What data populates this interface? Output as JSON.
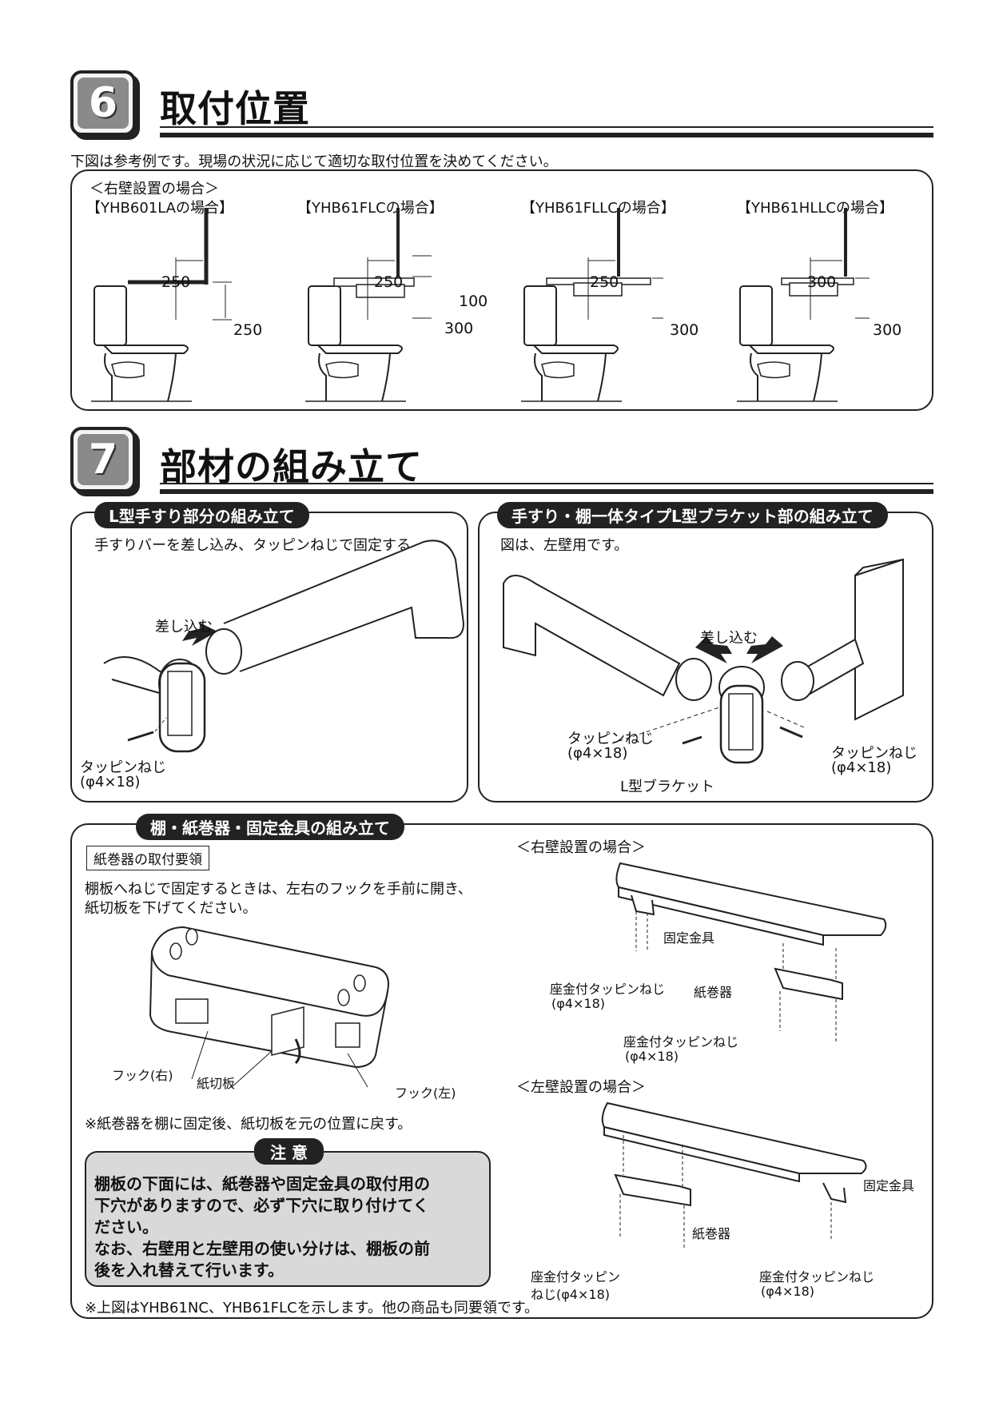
{
  "section6": {
    "number": "6",
    "title": "取付位置",
    "intro": "下図は参考例です。現場の状況に応じて適切な取付位置を決めてください。",
    "subheading": "＜右壁設置の場合＞",
    "models": [
      {
        "label": "【YHB601LAの場合】",
        "h_dim": "250",
        "v_dims": [
          "250"
        ]
      },
      {
        "label": "【YHB61FLCの場合】",
        "h_dim": "250",
        "v_dims": [
          "100",
          "300"
        ]
      },
      {
        "label": "【YHB61FLLCの場合】",
        "h_dim": "250",
        "v_dims": [
          "300"
        ]
      },
      {
        "label": "【YHB61HLLCの場合】",
        "h_dim": "300",
        "v_dims": [
          "300"
        ]
      }
    ]
  },
  "section7": {
    "number": "7",
    "title": "部材の組み立て",
    "panel_l": {
      "title": "L型手すり部分の組み立て",
      "text": "手すりバーを差し込み、タッピンねじで固定する。",
      "insert_label": "差し込む",
      "screw_label": "タッピンねじ",
      "screw_size": "(φ4×18)"
    },
    "panel_r": {
      "title": "手すり・棚一体タイプL型ブラケット部の組み立て",
      "text": "図は、左壁用です。",
      "insert_label": "差し込む",
      "screw_left_label": "タッピンねじ",
      "screw_left_size": "(φ4×18)",
      "screw_right_label": "タッピンねじ",
      "screw_right_size": "(φ4×18)",
      "bracket_label": "L型ブラケット"
    },
    "panel_shelf": {
      "title": "棚・紙巻器・固定金具の組み立て",
      "box_label": "紙巻器の取付要領",
      "instruction_1": "棚板へねじで固定するときは、左右のフックを手前に開き、",
      "instruction_2": "紙切板を下げてください。",
      "hook_right": "フック(右)",
      "cutter": "紙切板",
      "hook_left": "フック(左)",
      "note": "※紙巻器を棚に固定後、紙切板を元の位置に戻す。",
      "caution_title": "注 意",
      "caution_lines": [
        "棚板の下面には、紙巻器や固定金具の取付用の",
        "下穴がありますので、必ず下穴に取り付けてく",
        "ださい。",
        "なお、右壁用と左壁用の使い分けは、棚板の前",
        "後を入れ替えて行います。"
      ],
      "footnote": "※上図はYHB61NC、YHB61FLCを示します。他の商品も同要領です。",
      "right_heading": "＜右壁設置の場合＞",
      "right_fixing": "固定金具",
      "right_washer_screw": "座金付タッピンねじ",
      "right_washer_size": "(φ4×18)",
      "right_paper": "紙巻器",
      "right_washer_screw2": "座金付タッピンねじ",
      "right_washer_size2": "(φ4×18)",
      "left_heading": "＜左壁設置の場合＞",
      "left_fixing": "固定金具",
      "left_paper": "紙巻器",
      "left_washer_a1": "座金付タッピン",
      "left_washer_a2": "ねじ(φ4×18)",
      "left_washer_b1": "座金付タッピンねじ",
      "left_washer_b2": "(φ4×18)"
    }
  }
}
